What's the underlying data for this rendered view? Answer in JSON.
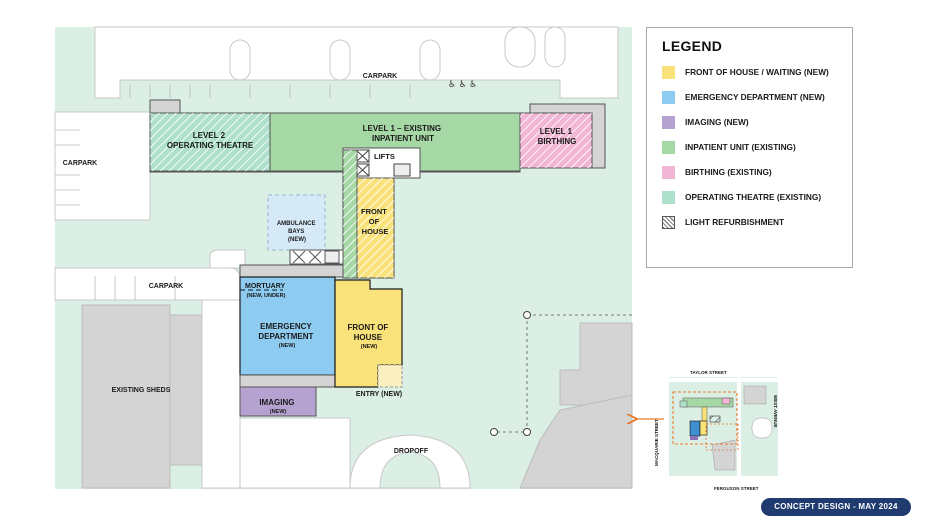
{
  "map": {
    "labels": {
      "carpark_top": "CARPARK",
      "carpark_left": "CARPARK",
      "carpark_mid": "CARPARK",
      "operating_theatre": [
        "LEVEL 2",
        "OPERATING THEATRE"
      ],
      "inpatient_unit": [
        "LEVEL 1 – EXISTING",
        "INPATIENT UNIT"
      ],
      "birthing": [
        "LEVEL 1",
        "BIRTHING"
      ],
      "lifts": "LIFTS",
      "ambulance_bays": [
        "AMBULANCE",
        "BAYS",
        "(NEW)"
      ],
      "front_of_house_upper": [
        "FRONT",
        "OF",
        "HOUSE"
      ],
      "mortuary": [
        "MORTUARY",
        "(NEW, UNDER)"
      ],
      "emergency_department": [
        "EMERGENCY",
        "DEPARTMENT",
        "(NEW)"
      ],
      "front_of_house_lower": [
        "FRONT OF",
        "HOUSE",
        "(NEW)"
      ],
      "imaging": [
        "IMAGING",
        "(NEW)"
      ],
      "existing_sheds": "EXISTING SHEDS",
      "entry": "ENTRY (NEW)",
      "dropoff": "DROPOFF"
    },
    "inset_labels": {
      "taylor_street": "TAYLOR STREET",
      "west_avenue": "WEST AVENUE",
      "macquarie_street": "MACQUARIE STREET",
      "ferguson_street": "FERGUSON STREET"
    },
    "colors": {
      "front_of_house": "#f9e27a",
      "emergency": "#8ecbf0",
      "imaging": "#b6a2d0",
      "inpatient": "#a6d8a6",
      "birthing": "#f1b6d4",
      "operating_theatre": "#aee0cc",
      "site_green": "#dcefe5",
      "road_grey": "#d4d4d4",
      "badge_navy": "#1f3b70",
      "arrow_orange": "#e8792b"
    }
  },
  "legend": {
    "title": "LEGEND",
    "items": [
      {
        "label": "FRONT OF HOUSE / WAITING (NEW)",
        "color": "#f9e27a",
        "hatched": false
      },
      {
        "label": "EMERGENCY DEPARTMENT (NEW)",
        "color": "#8ecbf0",
        "hatched": false
      },
      {
        "label": "IMAGING (NEW)",
        "color": "#b6a2d0",
        "hatched": false
      },
      {
        "label": "INPATIENT UNIT (EXISTING)",
        "color": "#a6d8a6",
        "hatched": false
      },
      {
        "label": "BIRTHING (EXISTING)",
        "color": "#f1b6d4",
        "hatched": false
      },
      {
        "label": "OPERATING THEATRE (EXISTING)",
        "color": "#aee0cc",
        "hatched": false
      },
      {
        "label": "LIGHT REFURBISHMENT",
        "color": "#ffffff",
        "hatched": true
      }
    ]
  },
  "badge": "CONCEPT DESIGN - MAY 2024"
}
